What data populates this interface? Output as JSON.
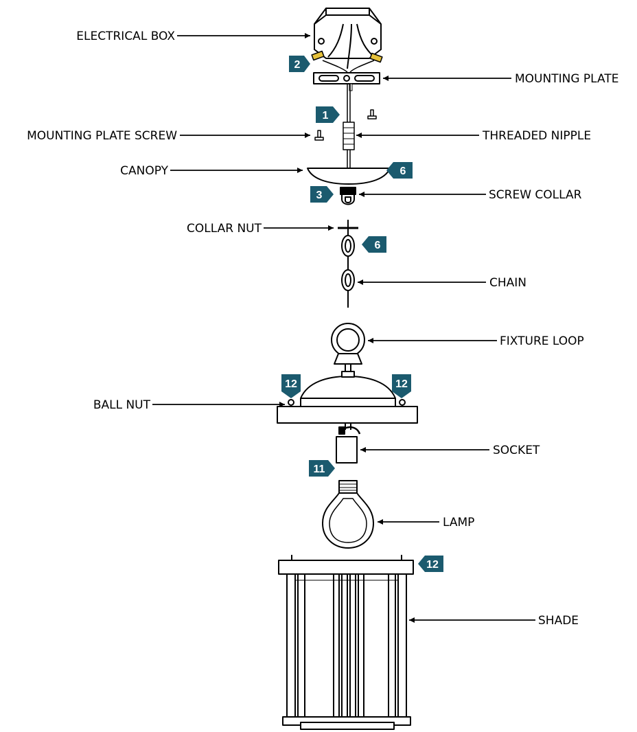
{
  "diagram": {
    "labels": {
      "electrical_box": "ELECTRICAL BOX",
      "mounting_plate": "MOUNTING PLATE",
      "mounting_plate_screw": "MOUNTING PLATE SCREW",
      "threaded_nipple": "THREADED NIPPLE",
      "canopy": "CANOPY",
      "screw_collar": "SCREW COLLAR",
      "collar_nut": "COLLAR NUT",
      "chain": "CHAIN",
      "fixture_loop": "FIXTURE LOOP",
      "ball_nut": "BALL NUT",
      "socket": "SOCKET",
      "lamp": "LAMP",
      "shade": "SHADE"
    },
    "steps": {
      "s1": "1",
      "s2": "2",
      "s3": "3",
      "s6a": "6",
      "s6b": "6",
      "s11": "11",
      "s12a": "12",
      "s12b": "12",
      "s12c": "12"
    },
    "colors": {
      "badge": "#1b5a6e",
      "line": "#000000",
      "fill": "#ffffff"
    }
  }
}
